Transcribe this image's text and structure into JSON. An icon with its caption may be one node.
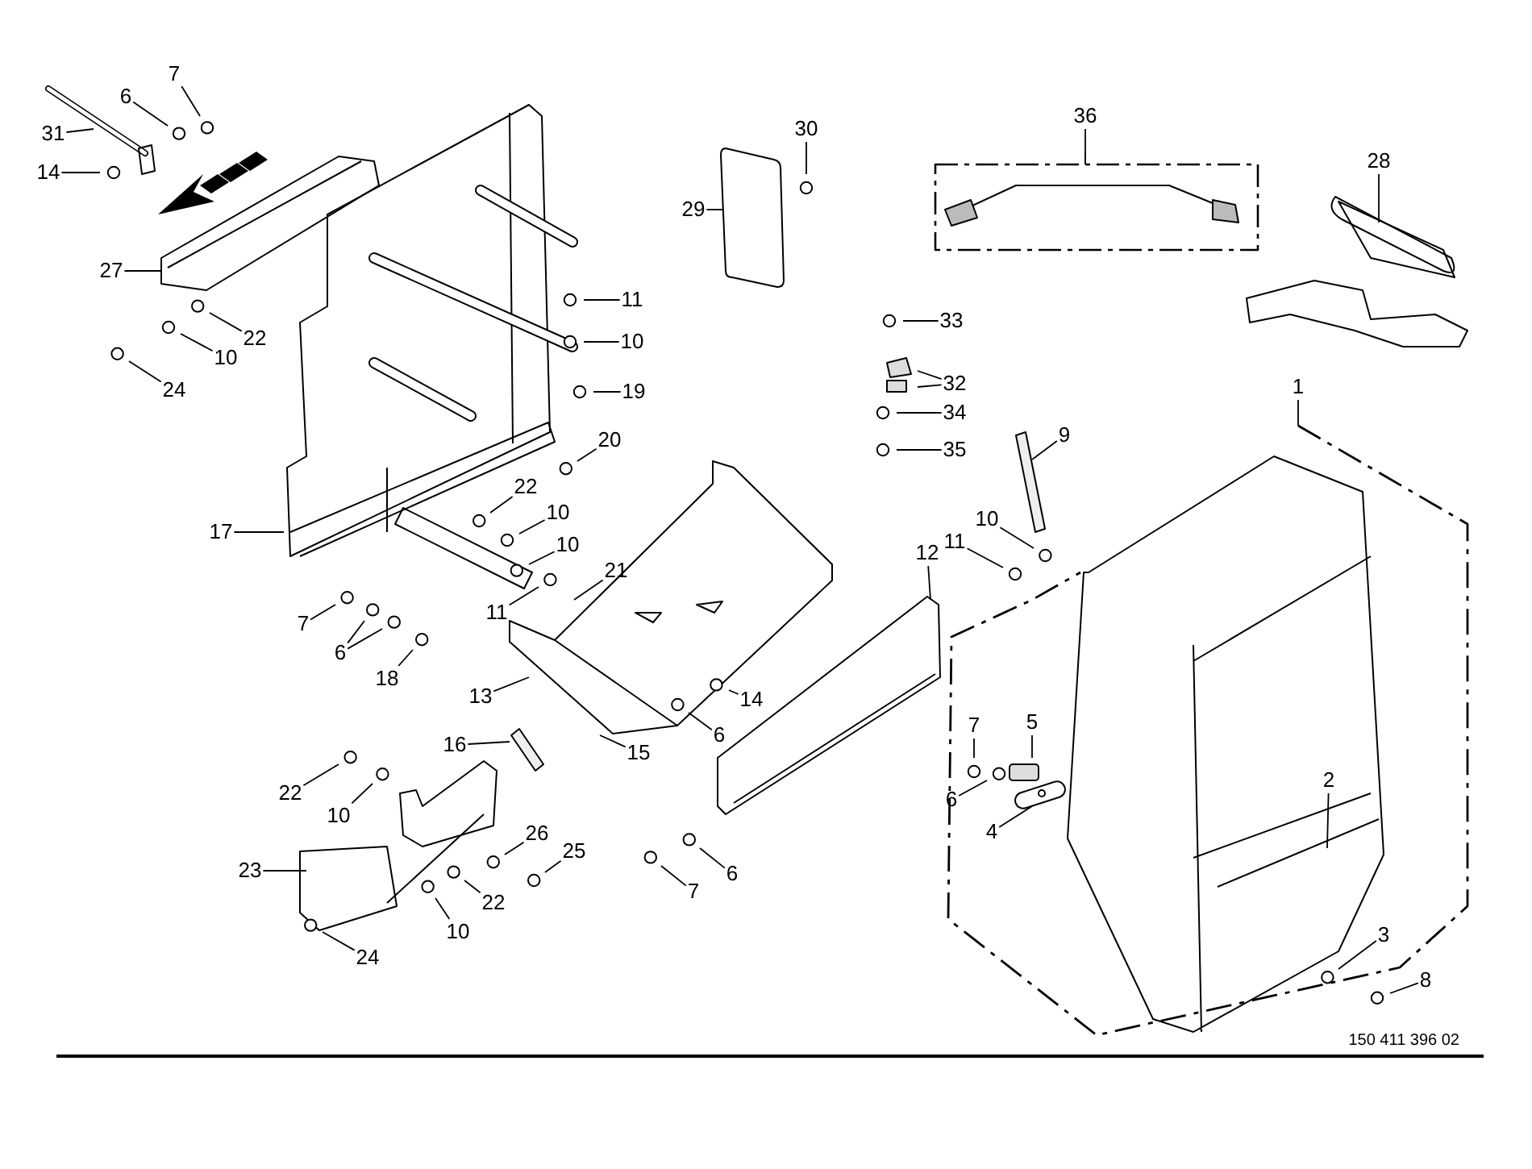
{
  "diagram": {
    "nodes": [
      {
        "text": [
          "7"
        ]
      },
      {
        "text": [
          "6"
        ]
      },
      {
        "text": [
          "31"
        ]
      },
      {
        "text": [
          "14"
        ]
      },
      {
        "text": [
          "27"
        ]
      },
      {
        "text": [
          "22"
        ]
      },
      {
        "text": [
          "10"
        ]
      },
      {
        "text": [
          "24"
        ]
      },
      {
        "text": [
          "30"
        ]
      },
      {
        "text": [
          "29"
        ]
      },
      {
        "text": [
          "36"
        ]
      },
      {
        "text": [
          "28"
        ]
      },
      {
        "text": [
          "11"
        ]
      },
      {
        "text": [
          "10"
        ]
      },
      {
        "text": [
          "19"
        ]
      },
      {
        "text": [
          "33"
        ]
      },
      {
        "text": [
          "32"
        ]
      },
      {
        "text": [
          "34"
        ]
      },
      {
        "text": [
          "35"
        ]
      },
      {
        "text": [
          "9"
        ]
      },
      {
        "text": [
          "20"
        ]
      },
      {
        "text": [
          "10"
        ]
      },
      {
        "text": [
          "11"
        ]
      },
      {
        "text": [
          "12"
        ]
      },
      {
        "text": [
          "17"
        ]
      },
      {
        "text": [
          "22"
        ]
      },
      {
        "text": [
          "10"
        ]
      },
      {
        "text": [
          "10"
        ]
      },
      {
        "text": [
          "11"
        ]
      },
      {
        "text": [
          "21"
        ]
      },
      {
        "text": [
          "7"
        ]
      },
      {
        "text": [
          "6"
        ]
      },
      {
        "text": [
          "18"
        ]
      },
      {
        "text": [
          "13"
        ]
      },
      {
        "text": [
          "14"
        ]
      },
      {
        "text": [
          "6"
        ]
      },
      {
        "text": [
          "16"
        ]
      },
      {
        "text": [
          "15"
        ]
      },
      {
        "text": [
          "22"
        ]
      },
      {
        "text": [
          "10"
        ]
      },
      {
        "text": [
          "23"
        ]
      },
      {
        "text": [
          "26"
        ]
      },
      {
        "text": [
          "25"
        ]
      },
      {
        "text": [
          "22"
        ]
      },
      {
        "text": [
          "10"
        ]
      },
      {
        "text": [
          "24"
        ]
      },
      {
        "text": [
          "7"
        ]
      },
      {
        "text": [
          "6"
        ]
      },
      {
        "text": [
          "7"
        ]
      },
      {
        "text": [
          "5"
        ]
      },
      {
        "text": [
          "6"
        ]
      },
      {
        "text": [
          "4"
        ]
      },
      {
        "text": [
          "2"
        ]
      },
      {
        "text": [
          "3"
        ]
      },
      {
        "text": [
          "8"
        ]
      },
      {
        "text": [
          "1"
        ]
      }
    ],
    "edges": [
      {
        "from": 0,
        "to": null,
        "arrow": "none"
      },
      {
        "from": 1,
        "to": null,
        "arrow": "none"
      },
      {
        "from": 2,
        "to": null,
        "arrow": "none"
      },
      {
        "from": 3,
        "to": null,
        "arrow": "none"
      },
      {
        "from": 4,
        "to": null,
        "arrow": "none"
      },
      {
        "from": 5,
        "to": null,
        "arrow": "none"
      },
      {
        "from": 6,
        "to": null,
        "arrow": "none"
      },
      {
        "from": 7,
        "to": null,
        "arrow": "none"
      },
      {
        "from": 8,
        "to": null,
        "arrow": "none"
      },
      {
        "from": 9,
        "to": null,
        "arrow": "none"
      },
      {
        "from": 10,
        "to": null,
        "arrow": "none"
      },
      {
        "from": 11,
        "to": null,
        "arrow": "none"
      },
      {
        "from": 12,
        "to": null,
        "arrow": "none"
      },
      {
        "from": 13,
        "to": null,
        "arrow": "none"
      },
      {
        "from": 14,
        "to": null,
        "arrow": "none"
      },
      {
        "from": 15,
        "to": null,
        "arrow": "none"
      },
      {
        "from": 16,
        "to": null,
        "arrow": "none"
      },
      {
        "from": 16,
        "to": null,
        "arrow": "none"
      },
      {
        "from": 17,
        "to": null,
        "arrow": "none"
      },
      {
        "from": 18,
        "to": null,
        "arrow": "none"
      },
      {
        "from": 19,
        "to": null,
        "arrow": "none"
      },
      {
        "from": 20,
        "to": null,
        "arrow": "none"
      },
      {
        "from": 21,
        "to": null,
        "arrow": "none"
      },
      {
        "from": 22,
        "to": null,
        "arrow": "none"
      },
      {
        "from": 23,
        "to": null,
        "arrow": "none"
      },
      {
        "from": 24,
        "to": null,
        "arrow": "none"
      },
      {
        "from": 25,
        "to": null,
        "arrow": "none"
      },
      {
        "from": 26,
        "to": null,
        "arrow": "none"
      },
      {
        "from": 27,
        "to": null,
        "arrow": "none"
      },
      {
        "from": 28,
        "to": null,
        "arrow": "none"
      },
      {
        "from": 29,
        "to": null,
        "arrow": "none"
      },
      {
        "from": 30,
        "to": null,
        "arrow": "none"
      },
      {
        "from": 31,
        "to": null,
        "arrow": "none"
      },
      {
        "from": 31,
        "to": null,
        "arrow": "none"
      },
      {
        "from": 32,
        "to": null,
        "arrow": "none"
      },
      {
        "from": 33,
        "to": null,
        "arrow": "none"
      },
      {
        "from": 34,
        "to": null,
        "arrow": "none"
      },
      {
        "from": 35,
        "to": null,
        "arrow": "none"
      },
      {
        "from": 36,
        "to": null,
        "arrow": "none"
      },
      {
        "from": 37,
        "to": null,
        "arrow": "none"
      },
      {
        "from": 38,
        "to": null,
        "arrow": "none"
      },
      {
        "from": 39,
        "to": null,
        "arrow": "none"
      },
      {
        "from": 40,
        "to": null,
        "arrow": "none"
      },
      {
        "from": 41,
        "to": null,
        "arrow": "none"
      },
      {
        "from": 42,
        "to": null,
        "arrow": "none"
      },
      {
        "from": 43,
        "to": null,
        "arrow": "none"
      },
      {
        "from": 44,
        "to": null,
        "arrow": "none"
      },
      {
        "from": 45,
        "to": null,
        "arrow": "none"
      },
      {
        "from": 46,
        "to": null,
        "arrow": "none"
      },
      {
        "from": 47,
        "to": null,
        "arrow": "none"
      },
      {
        "from": 48,
        "to": null,
        "arrow": "none"
      },
      {
        "from": 49,
        "to": null,
        "arrow": "none"
      },
      {
        "from": 50,
        "to": null,
        "arrow": "none"
      },
      {
        "from": 51,
        "to": null,
        "arrow": "none"
      },
      {
        "from": 52,
        "to": null,
        "arrow": "none"
      },
      {
        "from": 53,
        "to": null,
        "arrow": "none"
      },
      {
        "from": 54,
        "to": null,
        "arrow": "none"
      },
      {
        "from": 55,
        "to": null,
        "arrow": "none"
      }
    ],
    "labels": [
      "150 411 396 02"
    ]
  }
}
